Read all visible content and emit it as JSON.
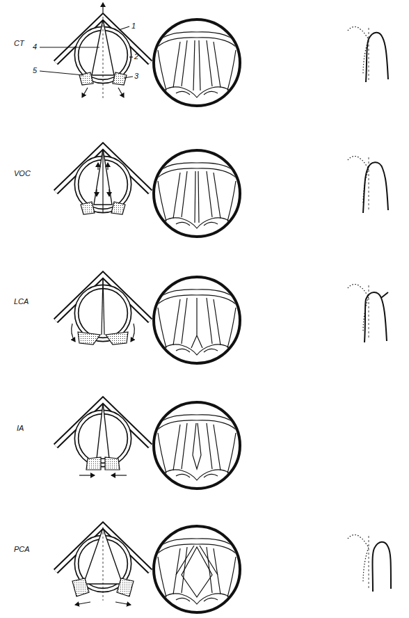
{
  "diagram": {
    "labels": [
      "CT",
      "1",
      "4",
      "2",
      "5",
      "3",
      "VOC",
      "LCA",
      "IA",
      "PCA"
    ]
  }
}
